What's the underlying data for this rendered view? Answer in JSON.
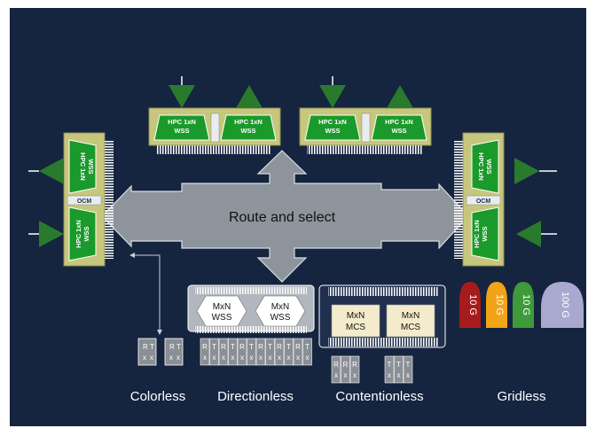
{
  "diagram": {
    "center_label": "Route and select",
    "wss_label_line1": "HPC 1xN",
    "wss_label_line2": "WSS",
    "ocm_label": "OCM",
    "categories": [
      "Colorless",
      "Directionless",
      "Contentionless",
      "Gridless"
    ],
    "mxn_wss": {
      "line1": "MxN",
      "line2": "WSS"
    },
    "mxn_mcs": {
      "line1": "MxN",
      "line2": "MCS"
    },
    "rt_letters": {
      "r": "R",
      "t": "T",
      "x": "x"
    },
    "gridless_channels": [
      "10 G",
      "10 G",
      "10 G",
      "100 G"
    ]
  },
  "colors": {
    "background": "#15243f",
    "outer_border": "#ffffff",
    "module_tan": "#c6c77c",
    "wss_green": "#1a9a2b",
    "arrow_gray": "#8e949c",
    "arrow_green": "#2a7a2e",
    "mx_cream": "#f3ebcb",
    "gridless": [
      "#a61c1c",
      "#f2a417",
      "#3f9a3a",
      "#a9a9cf"
    ]
  }
}
